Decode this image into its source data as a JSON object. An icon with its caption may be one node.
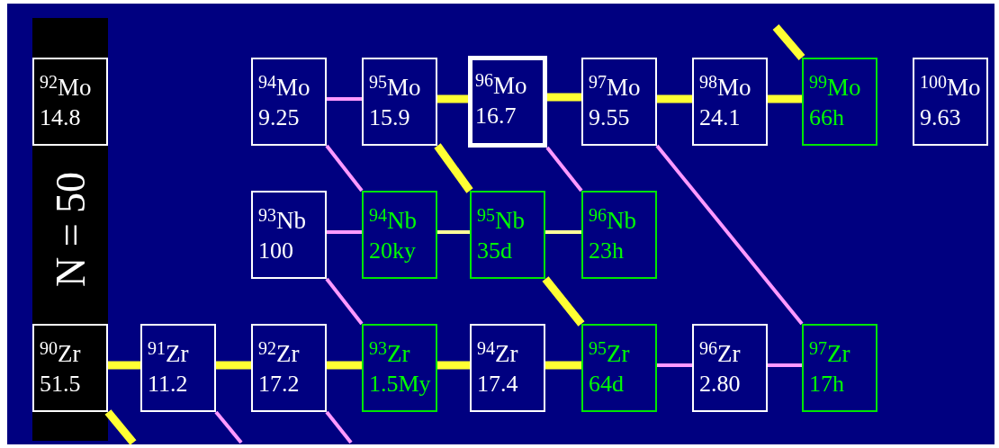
{
  "diagram": {
    "nodes": [
      {
        "text": [
          "N = 50"
        ]
      },
      {
        "text": [
          "$^{92}$Mo",
          "14.8"
        ],
        "in": 0
      },
      {
        "text": [
          "$^{94}$Mo",
          "9.25"
        ]
      },
      {
        "text": [
          "$^{95}$Mo",
          "15.9"
        ]
      },
      {
        "text": [
          "$^{96}$Mo",
          "16.7"
        ]
      },
      {
        "text": [
          "$^{97}$Mo",
          "9.55"
        ]
      },
      {
        "text": [
          "$^{98}$Mo",
          "24.1"
        ]
      },
      {
        "text": [
          "$^{99}$Mo",
          "66h"
        ]
      },
      {
        "text": [
          "$^{100}$Mo",
          "9.63"
        ]
      },
      {
        "text": [
          "$^{93}$Nb",
          "100"
        ]
      },
      {
        "text": [
          "$^{94}$Nb",
          "20ky"
        ]
      },
      {
        "text": [
          "$^{95}$Nb",
          "35d"
        ]
      },
      {
        "text": [
          "$^{96}$Nb",
          "23h"
        ]
      },
      {
        "text": [
          "$^{90}$Zr",
          "51.5"
        ],
        "in": 0
      },
      {
        "text": [
          "$^{91}$Zr",
          "11.2"
        ]
      },
      {
        "text": [
          "$^{92}$Zr",
          "17.2"
        ]
      },
      {
        "text": [
          "$^{93}$Zr",
          "1.5My"
        ]
      },
      {
        "text": [
          "$^{94}$Zr",
          "17.4"
        ]
      },
      {
        "text": [
          "$^{95}$Zr",
          "64d"
        ]
      },
      {
        "text": [
          "$^{96}$Zr",
          "2.80"
        ]
      },
      {
        "text": [
          "$^{97}$Zr",
          "17h"
        ]
      }
    ],
    "edges": [
      {
        "from": 2,
        "to": 3,
        "arrow": "none",
        "color": "#ff99ff"
      },
      {
        "from": 3,
        "to": 4,
        "arrow": "none"
      },
      {
        "from": 4,
        "to": 5,
        "arrow": "none"
      },
      {
        "from": 5,
        "to": 6,
        "arrow": "none"
      },
      {
        "from": 6,
        "to": 7,
        "arrow": "none"
      },
      {
        "from": null,
        "to": 7,
        "arrow": "none"
      },
      {
        "from": 2,
        "to": 10,
        "arrow": "none",
        "color": "#ff99ff"
      },
      {
        "from": 3,
        "to": 11,
        "arrow": "none"
      },
      {
        "from": 4,
        "to": 12,
        "arrow": "none",
        "color": "#ff99ff"
      },
      {
        "from": 5,
        "to": 20,
        "arrow": "none",
        "color": "#ff99ff"
      },
      {
        "from": 9,
        "to": 10,
        "arrow": "none",
        "color": "#ff99ff"
      },
      {
        "from": 10,
        "to": 11,
        "arrow": "none",
        "color": "#ffff99"
      },
      {
        "from": 11,
        "to": 12,
        "arrow": "none",
        "color": "#ffff99"
      },
      {
        "from": 9,
        "to": 16,
        "arrow": "none",
        "color": "#ff99ff"
      },
      {
        "from": 11,
        "to": 18,
        "arrow": "none"
      },
      {
        "from": 13,
        "to": 14,
        "arrow": "none"
      },
      {
        "from": 14,
        "to": 15,
        "arrow": "none"
      },
      {
        "from": 15,
        "to": 16,
        "arrow": "none"
      },
      {
        "from": 16,
        "to": 17,
        "arrow": "none"
      },
      {
        "from": 17,
        "to": 18,
        "arrow": "none"
      },
      {
        "from": 18,
        "to": 19,
        "arrow": "none",
        "color": "#ff99ff"
      },
      {
        "from": 19,
        "to": 20,
        "arrow": "none",
        "color": "#ff99ff"
      },
      {
        "from": 13,
        "to": null,
        "arrow": "none"
      },
      {
        "from": 14,
        "to": null,
        "arrow": "none",
        "color": "#ff99ff"
      },
      {
        "from": 15,
        "to": null,
        "arrow": "none",
        "color": "#ff99ff"
      }
    ]
  }
}
